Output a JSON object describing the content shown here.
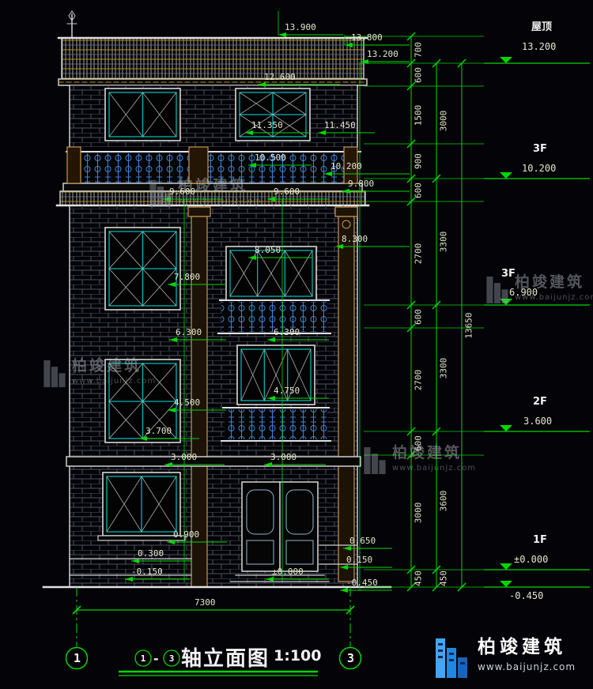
{
  "drawing": {
    "dim_labels": [
      "13.900",
      "13.800",
      "13.200",
      "12.600",
      "11.350",
      "11.450",
      "10.500",
      "10.200",
      "9.800",
      "9.600",
      "9.600",
      "8.050",
      "8.300",
      "7.800",
      "6.300",
      "6.300",
      "4.750",
      "4.500",
      "3.700",
      "3.000",
      "3.000",
      "0.900",
      "0.650",
      "0.300",
      "0.150",
      "±0.000",
      "-0.150",
      "-0.450"
    ],
    "width_dim": "7300",
    "chain_inner": [
      "700",
      "600",
      "1500",
      "900",
      "600",
      "2700",
      "600",
      "2700",
      "600",
      "3000",
      "450"
    ],
    "chain_mid": [
      "3000",
      "3300",
      "3300",
      "3600",
      "450"
    ],
    "chain_total": "13650",
    "floors": [
      {
        "name": "屋顶",
        "elev": "13.200"
      },
      {
        "name": "3F",
        "elev": "10.200"
      },
      {
        "name": "3F",
        "elev": "6.900"
      },
      {
        "name": "2F",
        "elev": "3.600"
      },
      {
        "name": "1F",
        "elev": "±0.000"
      },
      {
        "name": "",
        "elev": "-0.450"
      }
    ]
  },
  "title_block": {
    "axis_left": "1",
    "axis_right": "3",
    "axis_start": "1",
    "axis_end": "3",
    "dash": "-",
    "title": "轴立面图",
    "scale": "1:100"
  },
  "brand": {
    "name": "柏竣建筑",
    "url": "www.baijunjz.com"
  },
  "colors": {
    "dim_line": "#00d800",
    "dim_text": "#e6e6cb",
    "window_frame": "#00b4b4",
    "baluster": "#3c82d8",
    "wood": "#c89858",
    "roof_accent": "#b89000",
    "brand_blue": "#1e88e5"
  }
}
